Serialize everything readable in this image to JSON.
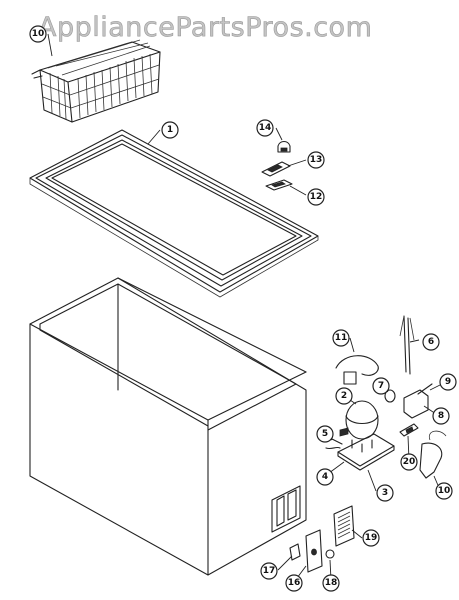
{
  "watermark": "AppliancePartsPros.com",
  "callouts": [
    "1",
    "2",
    "3",
    "4",
    "5",
    "6",
    "7",
    "8",
    "9",
    "10",
    "11",
    "12",
    "13",
    "14",
    "16",
    "17",
    "18",
    "19",
    "20",
    "10"
  ]
}
